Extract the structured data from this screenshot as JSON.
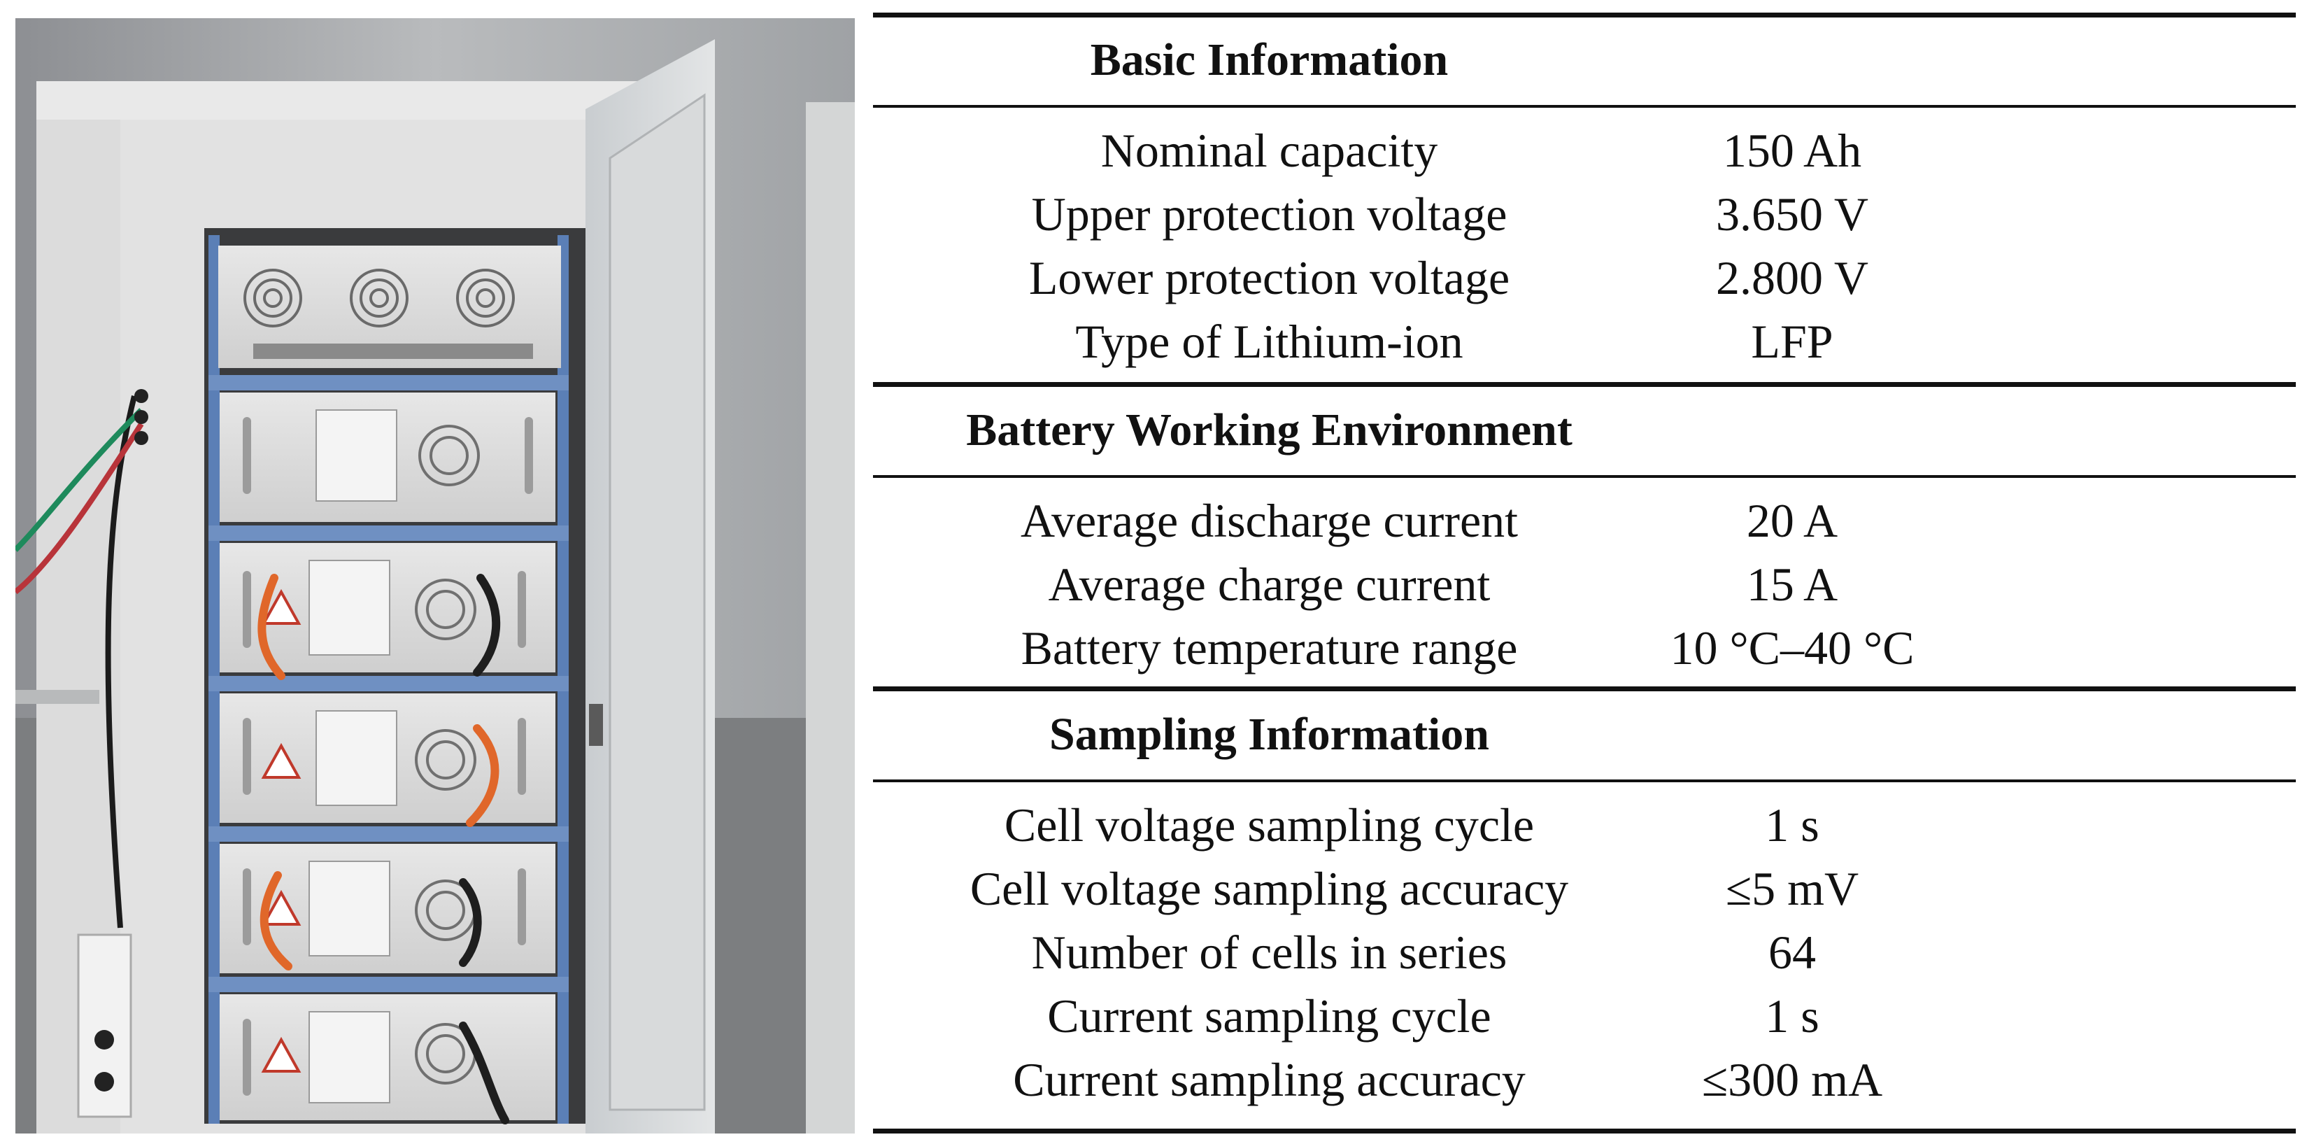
{
  "figure": {
    "photo_alt": "battery cabinet photo",
    "sections": [
      {
        "title": "Basic Information",
        "rows": [
          {
            "label": "Nominal capacity",
            "value": "150 Ah"
          },
          {
            "label": "Upper protection voltage",
            "value": "3.650 V"
          },
          {
            "label": "Lower protection voltage",
            "value": "2.800 V"
          },
          {
            "label": "Type of Lithium-ion",
            "value": "LFP"
          }
        ]
      },
      {
        "title": "Battery Working Environment",
        "rows": [
          {
            "label": "Average discharge current",
            "value": "20 A"
          },
          {
            "label": "Average charge current",
            "value": "15 A"
          },
          {
            "label": "Battery temperature range",
            "value": "10 °C–40 °C"
          }
        ]
      },
      {
        "title": "Sampling Information",
        "rows": [
          {
            "label": "Cell voltage sampling cycle",
            "value": "1 s"
          },
          {
            "label": "Cell voltage sampling accuracy",
            "value": "≤5 mV"
          },
          {
            "label": "Number of cells in series",
            "value": "64"
          },
          {
            "label": "Current sampling cycle",
            "value": "1 s"
          },
          {
            "label": "Current sampling accuracy",
            "value": "≤300 mA"
          }
        ]
      }
    ]
  }
}
